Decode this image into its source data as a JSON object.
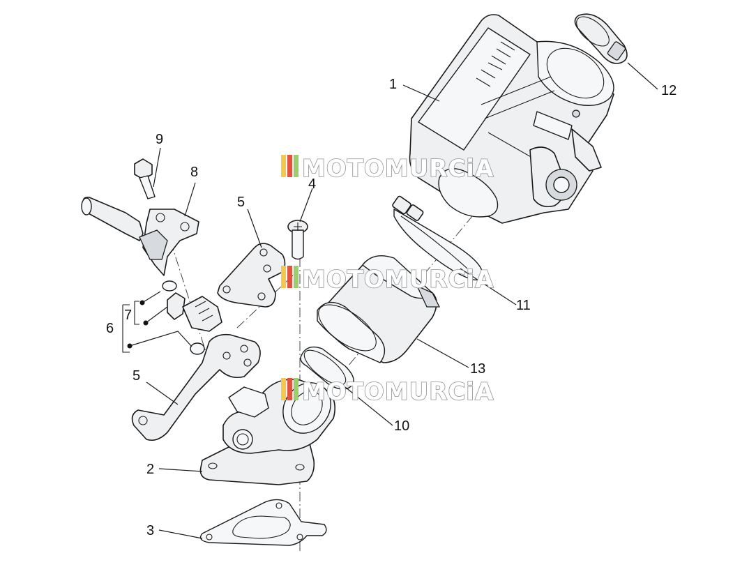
{
  "diagram": {
    "callouts": [
      {
        "id": "c1",
        "label": "1"
      },
      {
        "id": "c2",
        "label": "2"
      },
      {
        "id": "c3",
        "label": "3"
      },
      {
        "id": "c4",
        "label": "4"
      },
      {
        "id": "c5a",
        "label": "5"
      },
      {
        "id": "c5b",
        "label": "5"
      },
      {
        "id": "c6",
        "label": "6"
      },
      {
        "id": "c7",
        "label": "7"
      },
      {
        "id": "c8",
        "label": "8"
      },
      {
        "id": "c9",
        "label": "9"
      },
      {
        "id": "c10",
        "label": "10"
      },
      {
        "id": "c11",
        "label": "11"
      },
      {
        "id": "c12",
        "label": "12"
      },
      {
        "id": "c13",
        "label": "13"
      }
    ]
  },
  "watermark": {
    "text": "MOTOMURCiA",
    "stripe_colors": [
      "#f2c94c",
      "#e0533d",
      "#9ccf6b",
      "#8ec5e8"
    ]
  }
}
